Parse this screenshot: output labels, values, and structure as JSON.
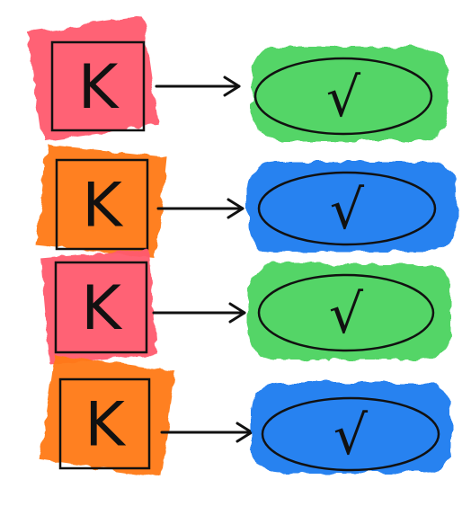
{
  "rows": [
    {
      "box": {
        "label": "K",
        "color": "#ff5a6e"
      },
      "oval": {
        "label": "√",
        "color": "#4cd35e"
      }
    },
    {
      "box": {
        "label": "K",
        "color": "#ff7a12"
      },
      "oval": {
        "label": "√",
        "color": "#1e7cf0"
      }
    },
    {
      "box": {
        "label": "K",
        "color": "#ff5a6e"
      },
      "oval": {
        "label": "√",
        "color": "#4cd35e"
      }
    },
    {
      "box": {
        "label": "K",
        "color": "#ff7a12"
      },
      "oval": {
        "label": "√",
        "color": "#1e7cf0"
      }
    }
  ],
  "colors": {
    "outline": "#111111",
    "arrow": "#111111"
  }
}
